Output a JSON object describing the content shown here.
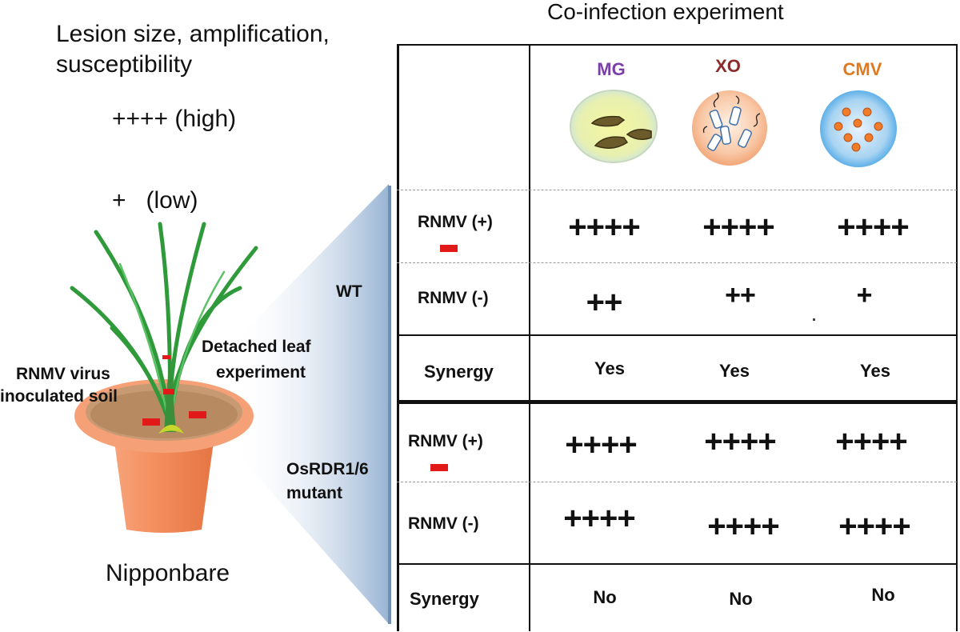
{
  "title": "Co-infection experiment",
  "legend": {
    "heading_line1": "Lesion size, amplification,",
    "heading_line2": "susceptibility",
    "high": "++++ (high)",
    "low": "+   (low)"
  },
  "plant": {
    "name": "Nipponbare",
    "soil_label_line1": "RNMV virus",
    "soil_label_line2": "inoculated soil",
    "leaf_label_line1": "Detached leaf",
    "leaf_label_line2": "experiment"
  },
  "genotypes": {
    "wt": "WT",
    "mutant_line1": "OsRDR1/6",
    "mutant_line2": "mutant"
  },
  "pathogens": [
    {
      "name": "MG",
      "color": "#7b3fa8"
    },
    {
      "name": "XO",
      "color": "#8c2b2b"
    },
    {
      "name": "CMV",
      "color": "#e07a1f"
    }
  ],
  "wt_rows": [
    {
      "label": "RNMV (+)",
      "values": [
        "++++",
        "++++",
        "++++"
      ]
    },
    {
      "label": "RNMV (-)",
      "values": [
        "++",
        "++",
        "+"
      ]
    },
    {
      "label": "Synergy",
      "values": [
        "Yes",
        "Yes",
        "Yes"
      ]
    }
  ],
  "mutant_rows": [
    {
      "label": "RNMV (+)",
      "values": [
        "++++",
        "++++",
        "++++"
      ]
    },
    {
      "label": "RNMV (-)",
      "values": [
        "++++",
        "++++",
        "++++"
      ]
    },
    {
      "label": "Synergy",
      "values": [
        "No",
        "No",
        "No"
      ]
    }
  ],
  "colors": {
    "mark_red": "#e11919",
    "pot_orange": "#f28a5a",
    "leaf_green": "#2f9a3a",
    "wedge_blue": "#aec4dc"
  }
}
